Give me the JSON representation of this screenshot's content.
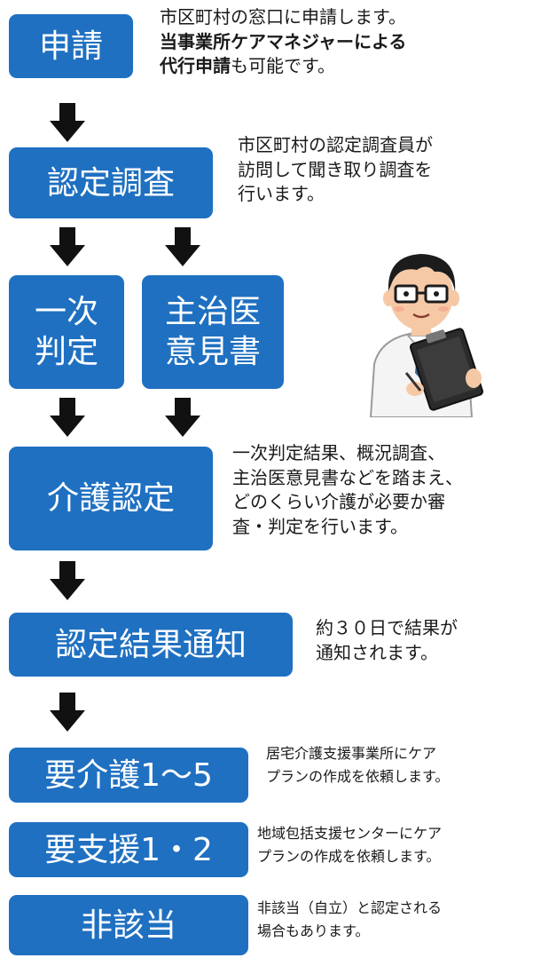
{
  "steps": {
    "application": "申請",
    "survey": "認定調査",
    "primary_judgment": [
      "一次",
      "判定"
    ],
    "doctor_opinion": [
      "主治医",
      "意見書"
    ],
    "care_certification": "介護認定",
    "notification": "認定結果通知",
    "care_level": "要介護1～5",
    "support_level": "要支援1・2",
    "not_applicable": "非該当"
  },
  "notes": {
    "application": {
      "line1": "市区町村の窓口に申請します。",
      "line2": "当事業所ケアマネジャーによる",
      "line3_bold": "代行申請",
      "line3_rest": "も可能です。"
    },
    "survey": [
      "市区町村の認定調査員が",
      "訪問して聞き取り調査を",
      "行います。"
    ],
    "certification": [
      "一次判定結果、概況調査、",
      "主治医意見書などを踏まえ、",
      "どのくらい介護が必要か審",
      "査・判定を行います。"
    ],
    "notification": [
      "約３０日で結果が",
      "通知されます。"
    ],
    "care_level": [
      "居宅介護支援事業所にケア",
      "プランの作成を依頼します。"
    ],
    "support_level": [
      "地域包括支援センターにケア",
      "プランの作成を依頼します。"
    ],
    "not_applicable": [
      "非該当（自立）と認定される",
      "場合もあります。"
    ]
  },
  "colors": {
    "box": "#1f70c1",
    "arrow": "#111111"
  },
  "icons": {
    "doctor": "doctor-with-clipboard-illustration"
  }
}
